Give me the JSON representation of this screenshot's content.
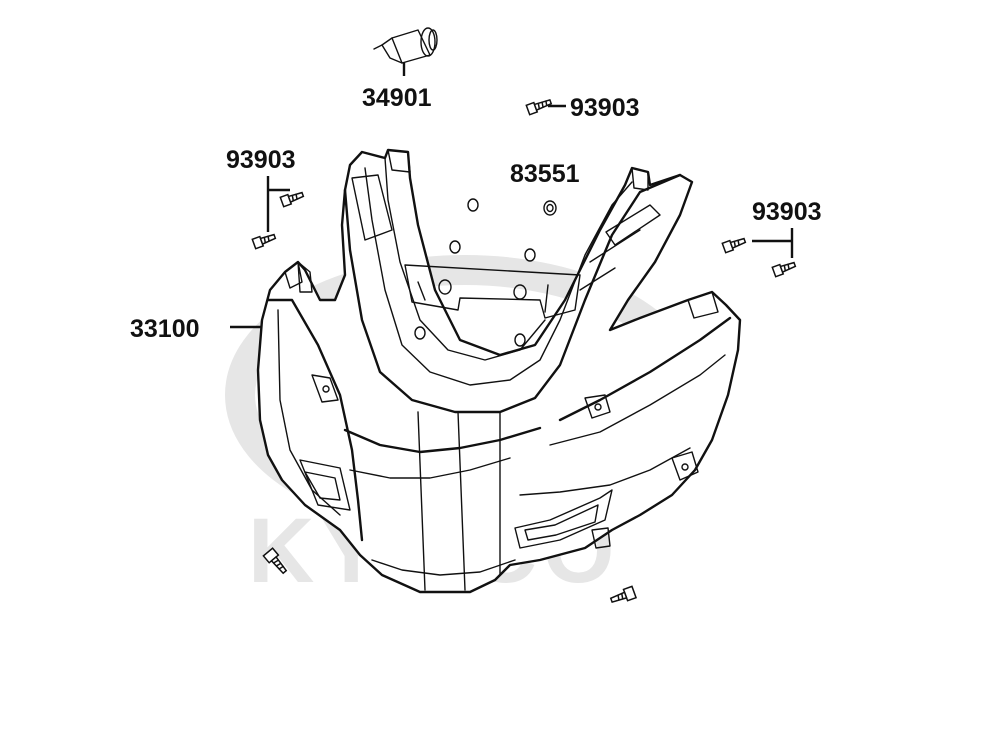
{
  "diagram": {
    "watermark": {
      "text": "KYMCO",
      "color": "#e6e6e6"
    },
    "parts": [
      {
        "id": "bulb",
        "number": "34901"
      },
      {
        "id": "screw-top",
        "number": "93903"
      },
      {
        "id": "screw-left",
        "number": "93903"
      },
      {
        "id": "nut",
        "number": "83551"
      },
      {
        "id": "screw-right",
        "number": "93903"
      },
      {
        "id": "front-cover",
        "number": "33100"
      }
    ],
    "colors": {
      "line": "#111111",
      "background": "#ffffff"
    }
  }
}
